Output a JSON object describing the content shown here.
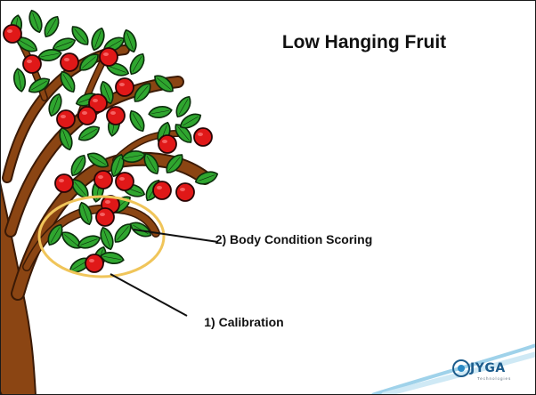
{
  "slide": {
    "title": "Low Hanging Fruit",
    "callout_2": "2) Body Condition Scoring",
    "callout_1": "1) Calibration"
  },
  "logo": {
    "text": "JYGA",
    "subtext": "Technologies"
  },
  "colors": {
    "trunk": "#8b4513",
    "leaf": "#2ea32e",
    "apple": "#e01818",
    "highlight_ring": "#f0c55a",
    "title_text": "#111111",
    "logo_swoosh": "#9fd2ea"
  },
  "icons": [
    "apple-tree-illustration",
    "jyga-logo-icon"
  ]
}
